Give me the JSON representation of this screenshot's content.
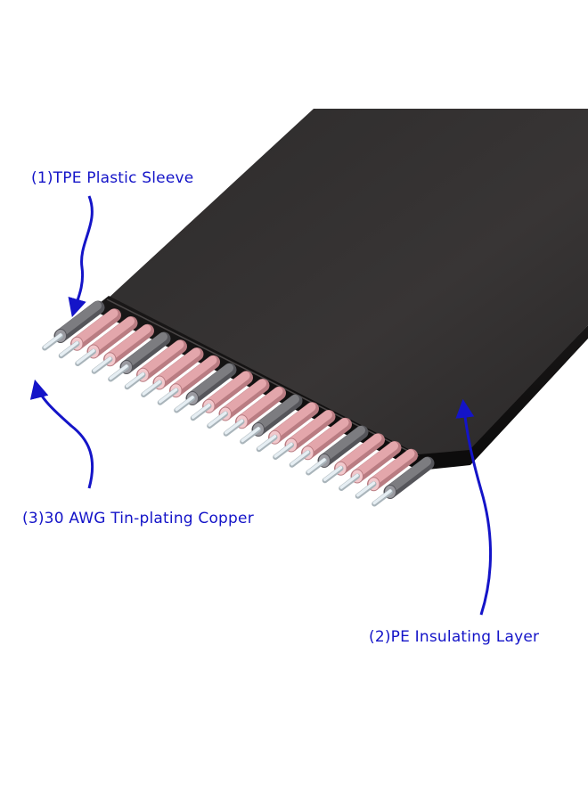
{
  "labels": {
    "tpe_sleeve": "(1)TPE Plastic Sleeve",
    "pe_layer": "(2)PE Insulating Layer",
    "copper": "(3)30 AWG Tin-plating Copper"
  },
  "colors": {
    "sleeve_dark": "#2a2828",
    "sleeve_edge": "#121111",
    "insulator_pink": "#e3a6ab",
    "insulator_gray": "#7c7c80",
    "copper_wire": "#e6eef3",
    "annotation": "#1414c8"
  },
  "conductor_pattern": [
    "gray",
    "pink",
    "pink",
    "pink",
    "gray",
    "pink",
    "pink",
    "pink",
    "gray",
    "pink",
    "pink",
    "pink",
    "gray",
    "pink",
    "pink",
    "pink",
    "gray",
    "pink",
    "pink",
    "pink",
    "gray"
  ],
  "icons": [
    "flat-ribbon-cable-illustration",
    "arrow-icon"
  ]
}
